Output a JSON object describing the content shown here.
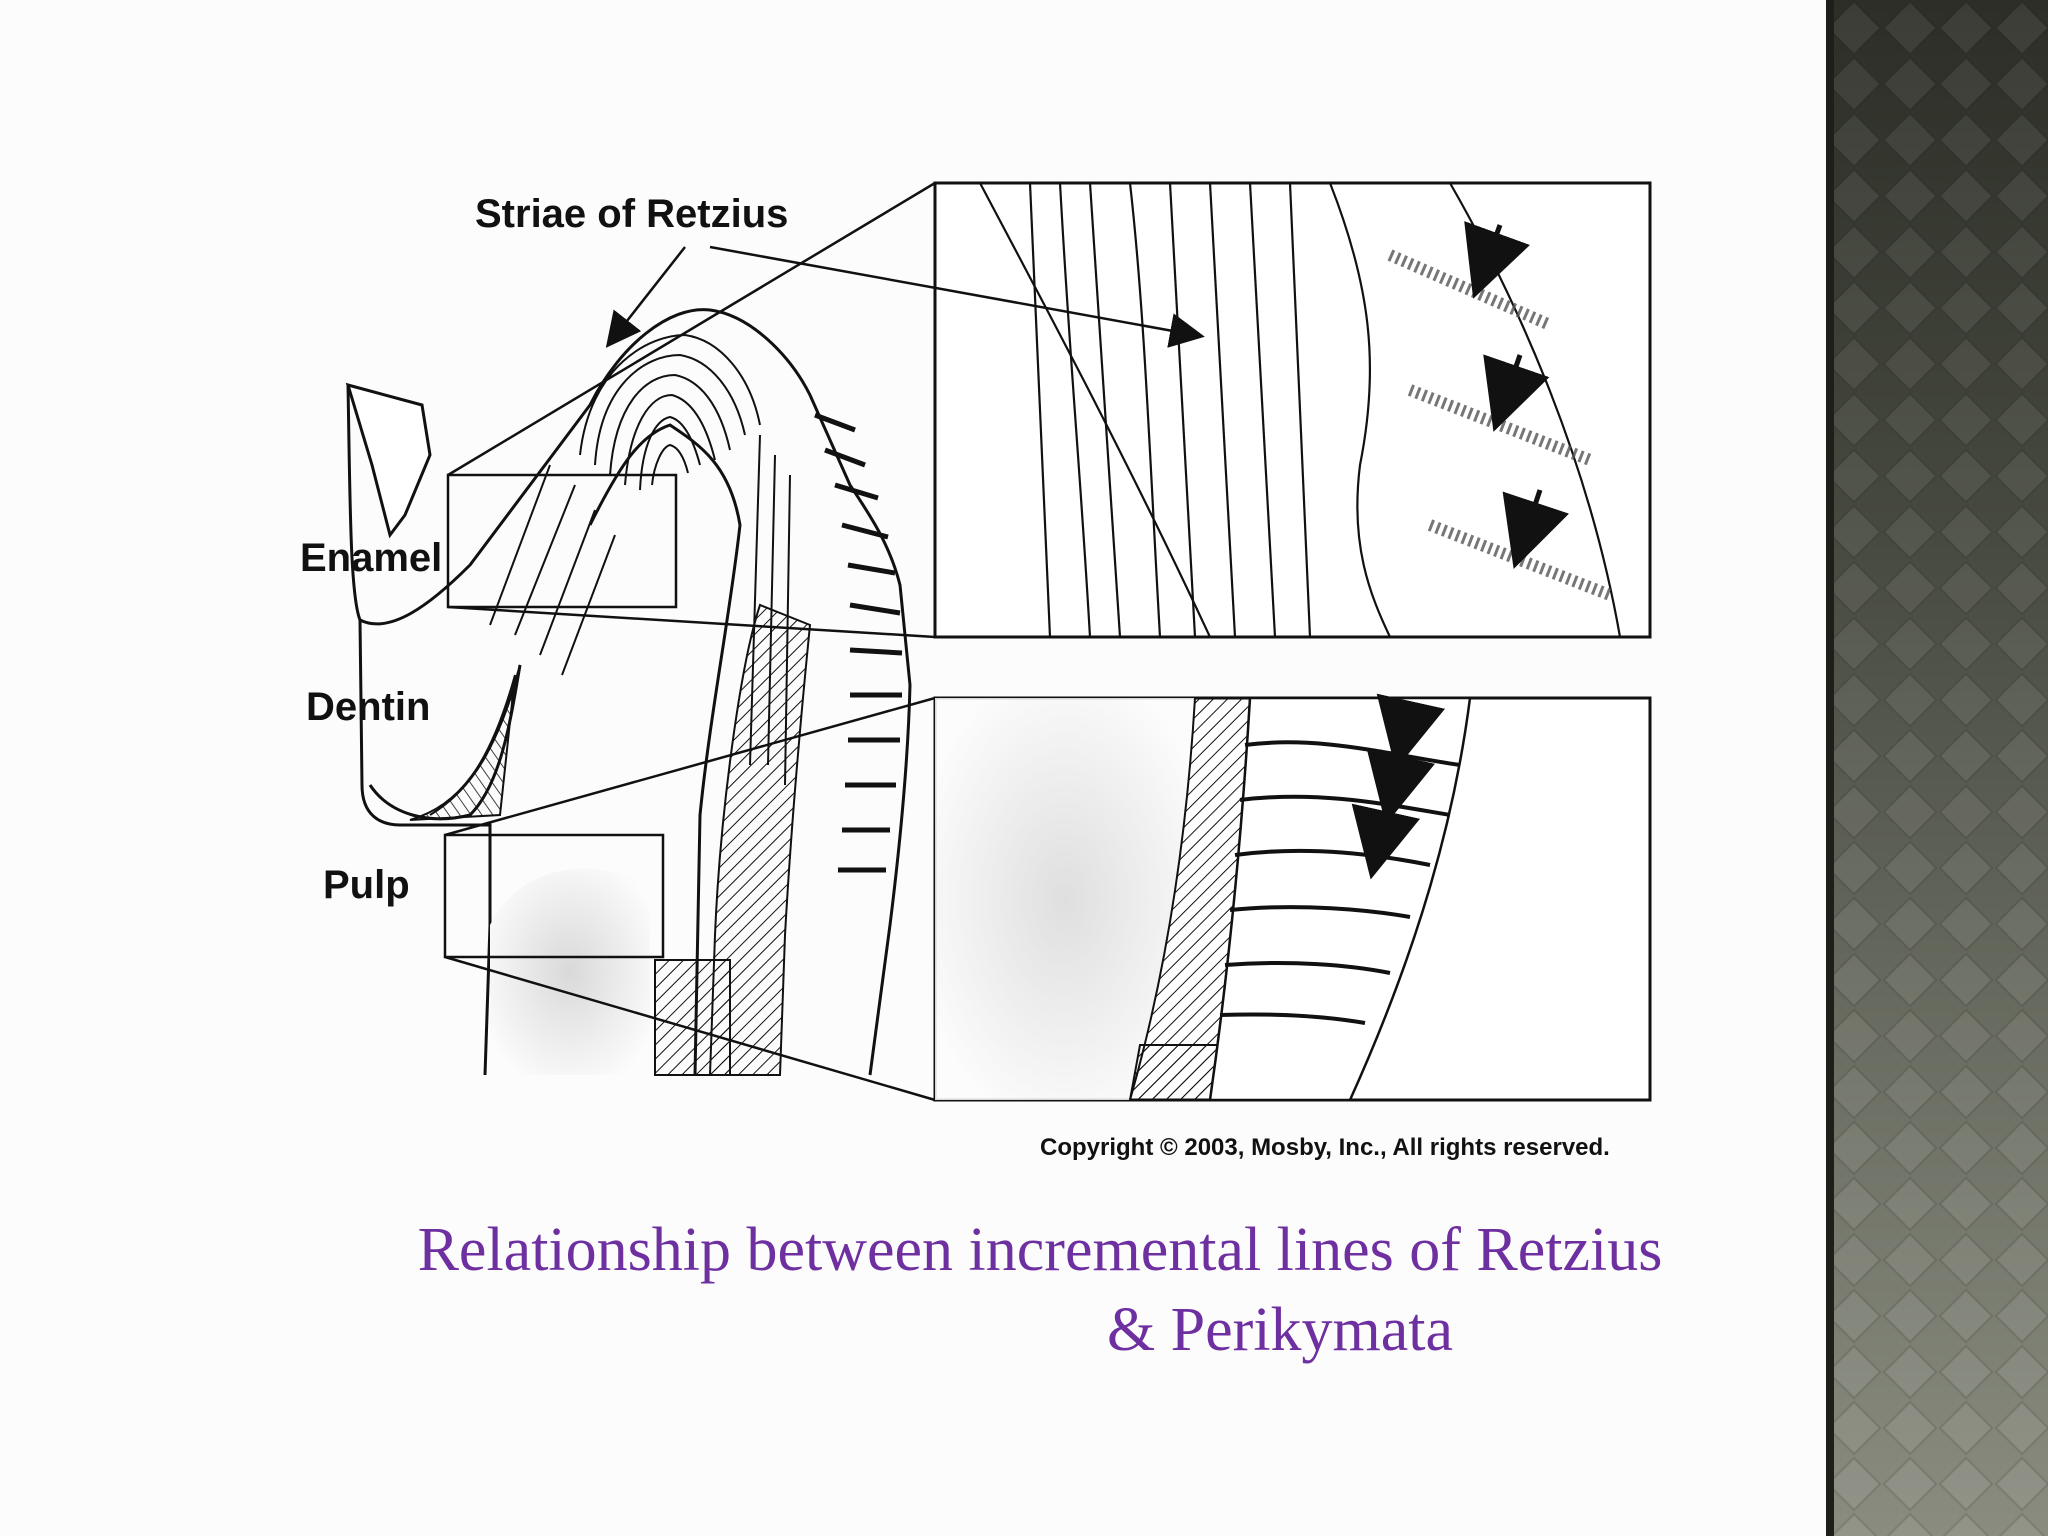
{
  "diagram": {
    "labels": {
      "striae": "Striae of Retzius",
      "enamel": "Enamel",
      "dentin": "Dentin",
      "pulp": "Pulp"
    },
    "copyright": "Copyright © 2003, Mosby, Inc., All rights reserved."
  },
  "caption": {
    "line1": "Relationship between incremental lines of Retzius",
    "line2": "& Perikymata"
  },
  "colors": {
    "caption": "#6e2fa0",
    "side_panel": "#4a4c42",
    "ink": "#111111"
  }
}
